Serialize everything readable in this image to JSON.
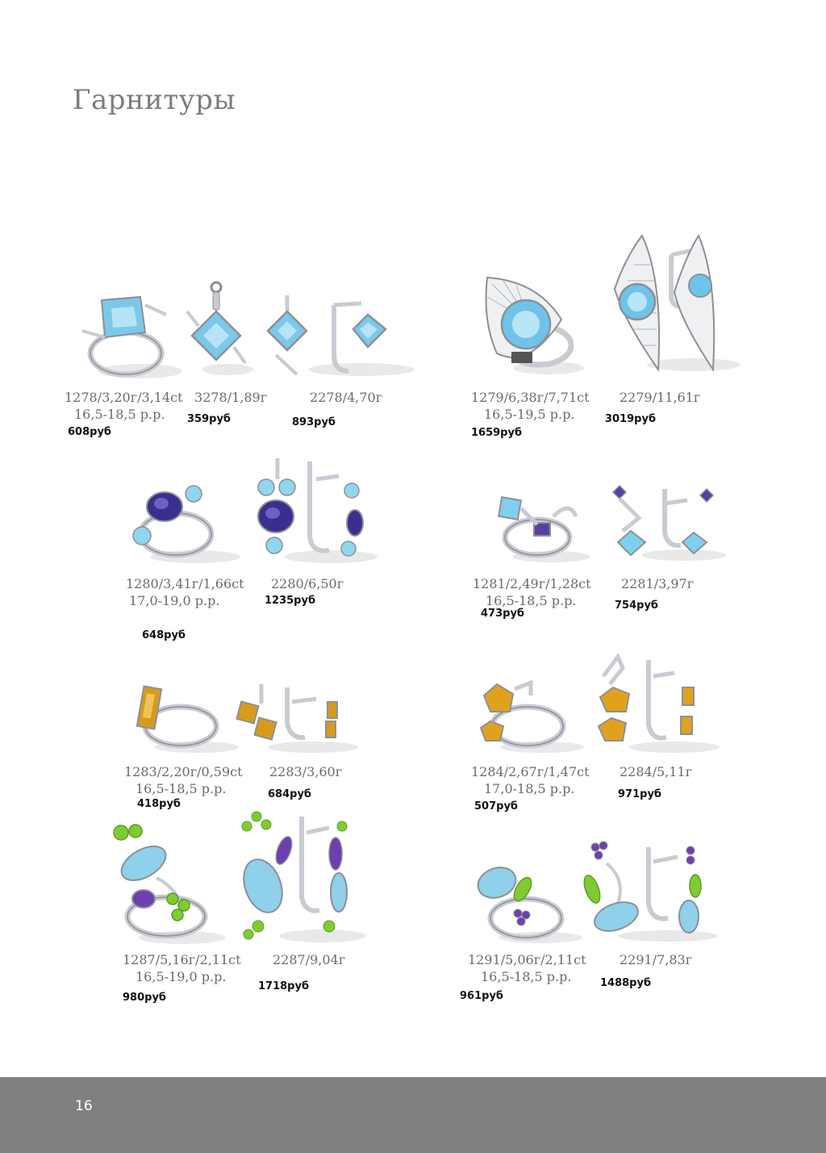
{
  "page": {
    "title": "Гарнитуры",
    "page_number": "16"
  },
  "sets": [
    {
      "ring": {
        "code": "1278/3,20г/3,14ct",
        "size": "16,5-18,5 р.р.",
        "price": "608руб",
        "stone": "#7cc8ea"
      },
      "pendant": {
        "code": "3278/1,89г",
        "price": "359руб",
        "stone": "#7cc8ea"
      },
      "earrings": {
        "code": "2278/4,70г",
        "price": "893руб",
        "stone": "#7cc8ea"
      }
    },
    {
      "ring": {
        "code": "1279/6,38г/7,71ct",
        "size": "16,5-19,5 р.р.",
        "price": "1659руб",
        "stone": "#6fc3ea"
      },
      "earrings": {
        "code": "2279/11,61г",
        "price": "3019руб",
        "stone": "#6fc3ea"
      }
    },
    {
      "ring": {
        "code": "1280/3,41г/1,66ct",
        "size": "17,0-19,0 р.р.",
        "price": "648руб",
        "stone": "#3a2f8f",
        "stone2": "#8fd6ee"
      },
      "earrings": {
        "code": "2280/6,50г",
        "price": "1235руб",
        "stone": "#3a2f8f",
        "stone2": "#8fd6ee"
      }
    },
    {
      "ring": {
        "code": "1281/2,49г/1,28ct",
        "size": "16,5-18,5 р.р.",
        "price": "473руб",
        "stone": "#7fd0ee",
        "stone2": "#5b3fa3"
      },
      "earrings": {
        "code": "2281/3,97г",
        "price": "754руб",
        "stone": "#7fd0ee",
        "stone2": "#5b3fa3"
      }
    },
    {
      "ring": {
        "code": "1283/2,20г/0,59ct",
        "size": "16,5-18,5 р.р.",
        "price": "418руб",
        "stone": "#d79b1c"
      },
      "earrings": {
        "code": "2283/3,60г",
        "price": "684руб",
        "stone": "#d79b1c"
      }
    },
    {
      "ring": {
        "code": "1284/2,67г/1,47ct",
        "size": "17,0-18,5 р.р.",
        "price": "507руб",
        "stone": "#e0a21e"
      },
      "earrings": {
        "code": "2284/5,11г",
        "price": "971руб",
        "stone": "#e0a21e"
      }
    },
    {
      "ring": {
        "code": "1287/5,16г/2,11ct",
        "size": "16,5-19,0 р.р.",
        "price": "980руб",
        "stone": "#8fd0ea",
        "stone2": "#6d3fb0",
        "stone3": "#7fcc32"
      },
      "earrings": {
        "code": "2287/9,04г",
        "price": "1718руб",
        "stone": "#8fd0ea",
        "stone2": "#6d3fb0",
        "stone3": "#7fcc32"
      }
    },
    {
      "ring": {
        "code": "1291/5,06г/2,11ct",
        "size": "16,5-18,5 р.р.",
        "price": "961руб",
        "stone": "#8fd0ea",
        "stone2": "#6d3fb0",
        "stone3": "#7fcc32"
      },
      "earrings": {
        "code": "2291/7,83г",
        "price": "1488руб",
        "stone": "#8fd0ea",
        "stone2": "#6d3fb0",
        "stone3": "#7fcc32"
      }
    }
  ],
  "colors": {
    "metal": "#c8ccd2",
    "metal_dark": "#8c9096",
    "footer": "#808080",
    "caption": "#6a6a6a",
    "title": "#7d7d7d"
  }
}
